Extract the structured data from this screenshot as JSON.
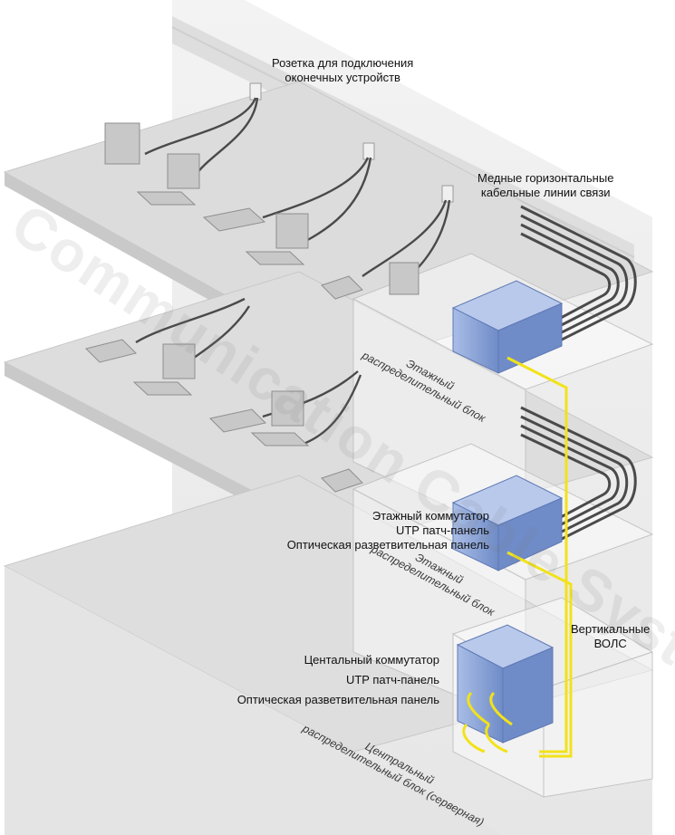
{
  "labels": {
    "outlet": [
      "Розетка для подключения",
      "оконечных устройств"
    ],
    "copper": [
      "Медные горизонтальные",
      "кабельные линии связи"
    ],
    "floor_switch": "Этажный коммутатор",
    "utp_panel": "UTP патч-панель",
    "optical_panel": "Оптическая разветвительная панель",
    "vertical": [
      "Вертикальные",
      "ВОЛС"
    ],
    "central_switch": "Центальный коммутатор",
    "central_utp_panel": "UTP патч-панель",
    "central_optical_panel": "Оптическая разветвительная панель"
  },
  "floor_labels": {
    "top": [
      "Этажный",
      "распределительный блок"
    ],
    "middle": [
      "Этажный",
      "распределительный блок"
    ],
    "bottom": [
      "Центральный",
      "распределительный блок (серверная)"
    ]
  },
  "watermark": "Communication Cable Systems",
  "colors": {
    "fiber": "#f2e21a",
    "copper_cable": "#4a4a4a",
    "rack": "#8ea6d6",
    "floor": "#d9d9d9",
    "wall": "#e9e9e9"
  }
}
